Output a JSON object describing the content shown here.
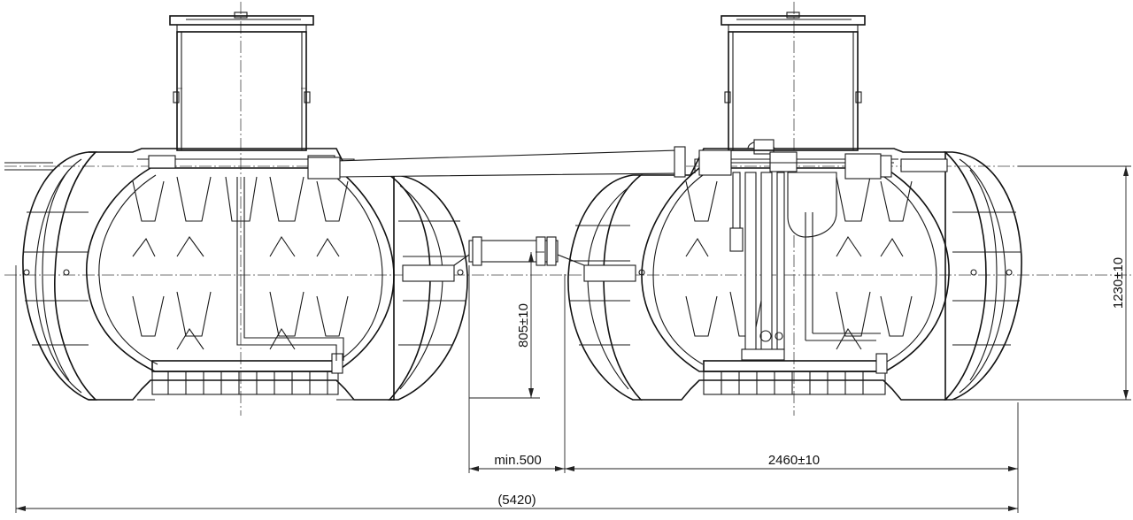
{
  "drawing": {
    "dimensions": {
      "inlet_height": "805±10",
      "tank_height": "1230±10",
      "min_gap": "min.500",
      "tank_width": "2460±10",
      "overall_length": "(5420)"
    }
  }
}
